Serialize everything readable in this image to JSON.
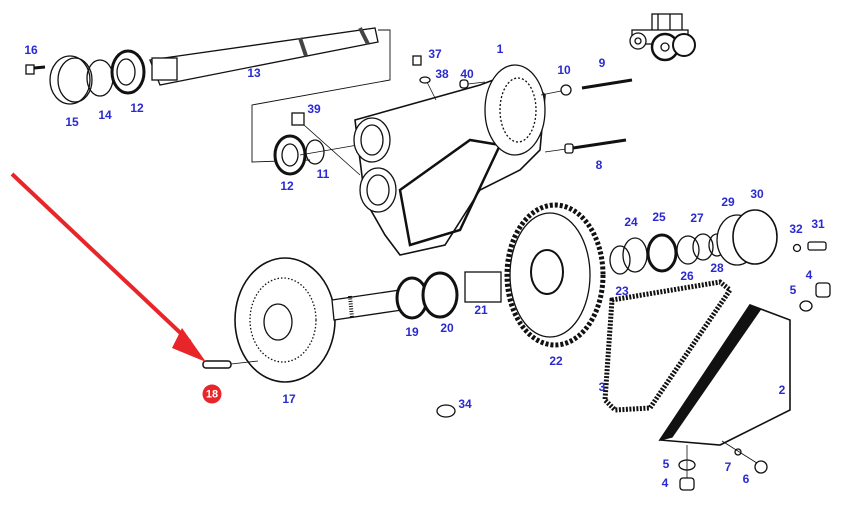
{
  "diagram": {
    "title": "Tractor final drive / transmission exploded parts view",
    "highlighted_part": "18",
    "colors": {
      "label": "#2a2ad0",
      "highlight": "#e8262a",
      "arrow": "#e8262a",
      "line": "#111111"
    },
    "callouts": [
      {
        "id": "16",
        "text": "16"
      },
      {
        "id": "15",
        "text": "15"
      },
      {
        "id": "14",
        "text": "14"
      },
      {
        "id": "12a",
        "text": "12"
      },
      {
        "id": "13",
        "text": "13"
      },
      {
        "id": "39",
        "text": "39"
      },
      {
        "id": "12b",
        "text": "12"
      },
      {
        "id": "11",
        "text": "11"
      },
      {
        "id": "37",
        "text": "37"
      },
      {
        "id": "38",
        "text": "38"
      },
      {
        "id": "40",
        "text": "40"
      },
      {
        "id": "1",
        "text": "1"
      },
      {
        "id": "10",
        "text": "10"
      },
      {
        "id": "9",
        "text": "9"
      },
      {
        "id": "8",
        "text": "8"
      },
      {
        "id": "30",
        "text": "30"
      },
      {
        "id": "29",
        "text": "29"
      },
      {
        "id": "24",
        "text": "24"
      },
      {
        "id": "25",
        "text": "25"
      },
      {
        "id": "27",
        "text": "27"
      },
      {
        "id": "32",
        "text": "32"
      },
      {
        "id": "31",
        "text": "31"
      },
      {
        "id": "26",
        "text": "26"
      },
      {
        "id": "28",
        "text": "28"
      },
      {
        "id": "23",
        "text": "23"
      },
      {
        "id": "4a",
        "text": "4"
      },
      {
        "id": "5a",
        "text": "5"
      },
      {
        "id": "19",
        "text": "19"
      },
      {
        "id": "20",
        "text": "20"
      },
      {
        "id": "21",
        "text": "21"
      },
      {
        "id": "22",
        "text": "22"
      },
      {
        "id": "17",
        "text": "17"
      },
      {
        "id": "34",
        "text": "34"
      },
      {
        "id": "3",
        "text": "3"
      },
      {
        "id": "2",
        "text": "2"
      },
      {
        "id": "5b",
        "text": "5"
      },
      {
        "id": "7",
        "text": "7"
      },
      {
        "id": "6",
        "text": "6"
      },
      {
        "id": "4b",
        "text": "4"
      }
    ],
    "highlight_badge": {
      "text": "18"
    }
  }
}
